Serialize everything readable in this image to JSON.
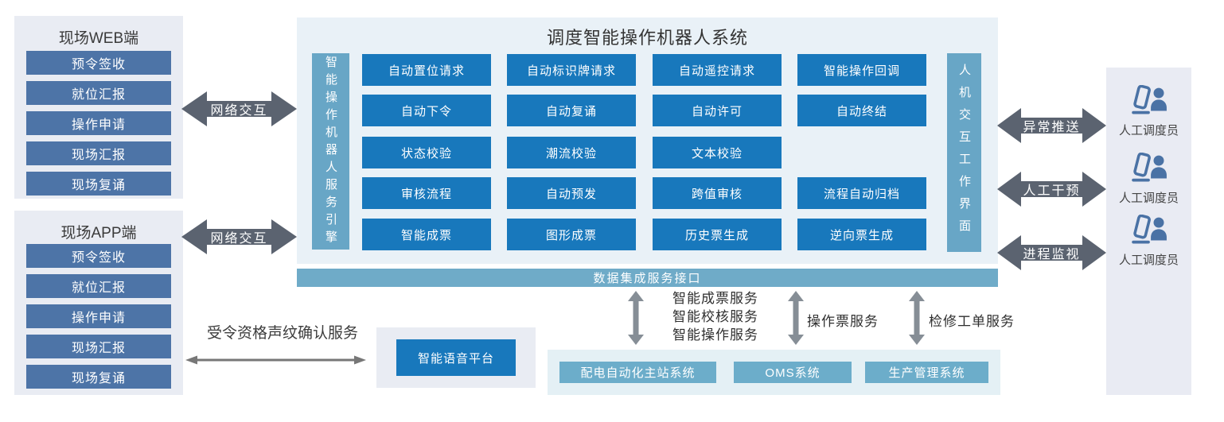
{
  "field_panels": [
    {
      "title": "现场WEB端",
      "items": [
        "预令签收",
        "就位汇报",
        "操作申请",
        "现场汇报",
        "现场复诵"
      ]
    },
    {
      "title": "现场APP端",
      "items": [
        "预令签收",
        "就位汇报",
        "操作申请",
        "现场汇报",
        "现场复诵"
      ]
    }
  ],
  "network_arrows": [
    "网络交互",
    "网络交互"
  ],
  "main_system": {
    "title": "调度智能操作机器人系统",
    "left_bar": "智能操作机器人服务引擎",
    "right_bar": "人机交互工作界面",
    "grid": [
      [
        "自动置位请求",
        "自动标识牌请求",
        "自动遥控请求",
        "智能操作回调"
      ],
      [
        "自动下令",
        "自动复诵",
        "自动许可",
        "自动终结"
      ],
      [
        "状态校验",
        "潮流校验",
        "文本校验"
      ],
      [
        "审核流程",
        "自动预发",
        "跨值审核",
        "流程自动归档"
      ],
      [
        "智能成票",
        "图形成票",
        "历史票生成",
        "逆向票生成"
      ]
    ]
  },
  "integration": {
    "bus_label": "数据集成服务接口",
    "links": [
      {
        "lines": [
          "智能成票服务",
          "智能校核服务",
          "智能操作服务"
        ]
      },
      {
        "lines": [
          "操作票服务"
        ]
      },
      {
        "lines": [
          "检修工单服务"
        ]
      }
    ],
    "systems": [
      "配电自动化主站系统",
      "OMS系统",
      "生产管理系统"
    ]
  },
  "voice": {
    "service_label": "受令资格声纹确认服务",
    "platform_label": "智能语音平台"
  },
  "right_side": {
    "arrows": [
      "异常推送",
      "人工干预",
      "进程监视"
    ],
    "operators": [
      "人工调度员",
      "人工调度员",
      "人工调度员"
    ]
  },
  "colors": {
    "side_button": "#4d74a7",
    "module_button": "#1878bc",
    "engine_bar": "#68a6c6",
    "bus_bar": "#6fabc8",
    "system_button": "#6cadca",
    "arrow_dark": "#5b6370",
    "panel_gray": "#e9ecf3",
    "panel_blue": "#e9f1f7",
    "panel_teal": "#e4f0f5",
    "operator_icon": "#4a72a5"
  }
}
